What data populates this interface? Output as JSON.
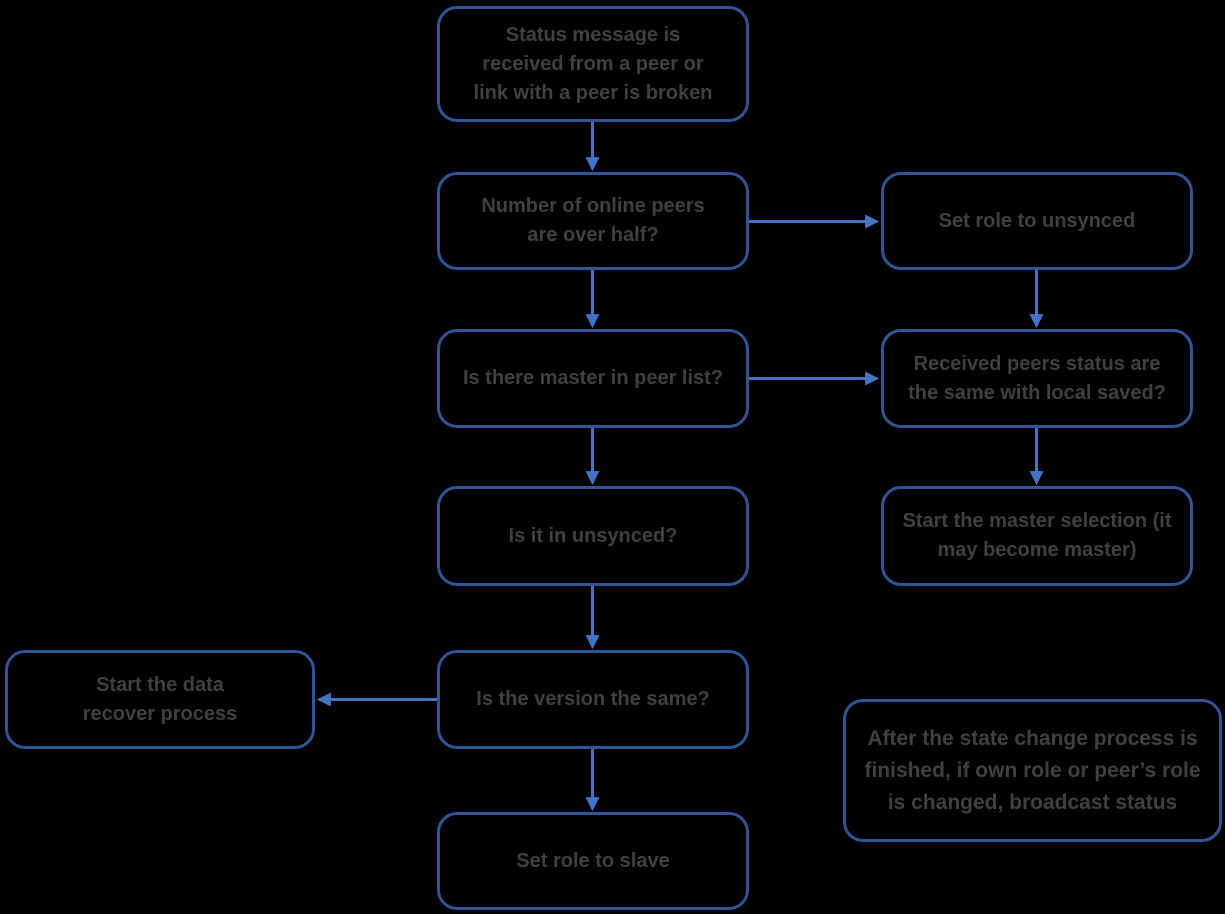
{
  "colors": {
    "box_border": "#2f5597",
    "arrow": "#4472c4",
    "text": "#404040",
    "background": "#000000"
  },
  "diagram": {
    "type": "flowchart",
    "nodes": [
      {
        "id": "status-received",
        "label": "Status message is received from a peer or link with a peer is broken"
      },
      {
        "id": "peers-over-half",
        "label": "Number of online peers are over half?"
      },
      {
        "id": "set-role-unsynced",
        "label": "Set role to unsynced"
      },
      {
        "id": "master-in-peer-list",
        "label": "Is there master in peer list?"
      },
      {
        "id": "received-status-same",
        "label": "Received peers status are the same with local saved?"
      },
      {
        "id": "in-unsynced",
        "label": "Is it in unsynced?"
      },
      {
        "id": "start-master-selection",
        "label": "Start the master selection (it may become master)"
      },
      {
        "id": "data-recover",
        "label": "Start the data recover process"
      },
      {
        "id": "version-same",
        "label": "Is the version the same?"
      },
      {
        "id": "set-role-slave",
        "label": "Set role to slave"
      },
      {
        "id": "broadcast-note",
        "label": "After the state change process is finished, if own role or peer’s role is changed, broadcast status"
      }
    ],
    "edges": [
      {
        "from": "status-received",
        "to": "peers-over-half"
      },
      {
        "from": "peers-over-half",
        "to": "set-role-unsynced"
      },
      {
        "from": "peers-over-half",
        "to": "master-in-peer-list"
      },
      {
        "from": "set-role-unsynced",
        "to": "received-status-same"
      },
      {
        "from": "master-in-peer-list",
        "to": "received-status-same"
      },
      {
        "from": "master-in-peer-list",
        "to": "in-unsynced"
      },
      {
        "from": "received-status-same",
        "to": "start-master-selection"
      },
      {
        "from": "in-unsynced",
        "to": "version-same"
      },
      {
        "from": "version-same",
        "to": "data-recover"
      },
      {
        "from": "version-same",
        "to": "set-role-slave"
      }
    ]
  }
}
